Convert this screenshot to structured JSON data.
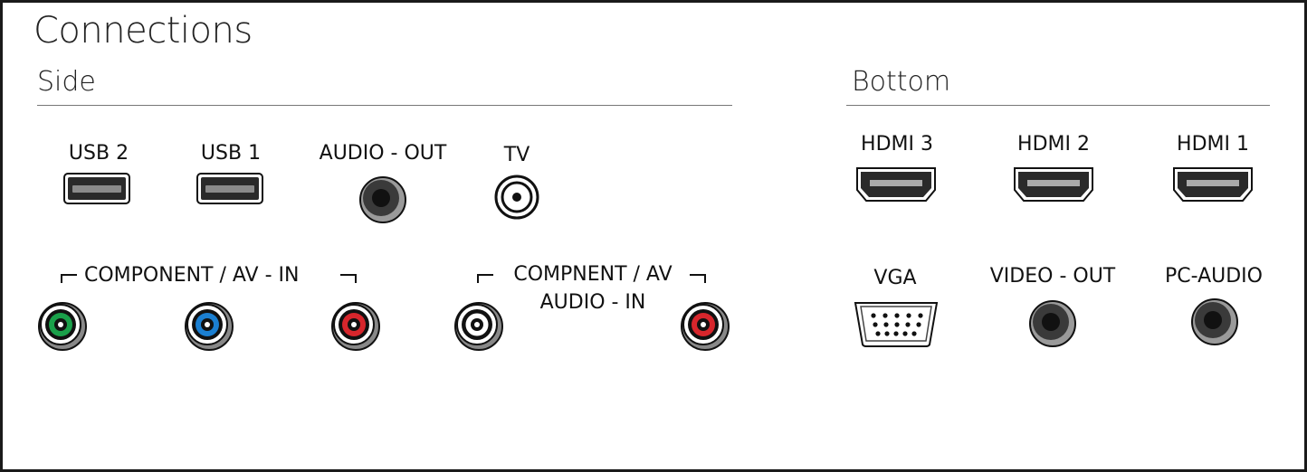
{
  "title": "Connections",
  "sections": {
    "side": "Side",
    "bottom": "Bottom"
  },
  "side": {
    "usb2": "USB 2",
    "usb1": "USB 1",
    "audio_out": "AUDIO - OUT",
    "tv": "TV",
    "component_av_in": "COMPONENT / AV - IN",
    "compnent_av_line1": "COMPNENT / AV",
    "compnent_av_line2": "AUDIO - IN"
  },
  "bottom": {
    "hdmi3": "HDMI 3",
    "hdmi2": "HDMI 2",
    "hdmi1": "HDMI 1",
    "vga": "VGA",
    "video_out": "VIDEO - OUT",
    "pc_audio": "PC-AUDIO"
  },
  "colors": {
    "rca_green": "#1aa04a",
    "rca_blue": "#1b7fd1",
    "rca_red": "#d7262c",
    "rca_white": "#ffffff",
    "port_dark": "#2a2a2a"
  }
}
